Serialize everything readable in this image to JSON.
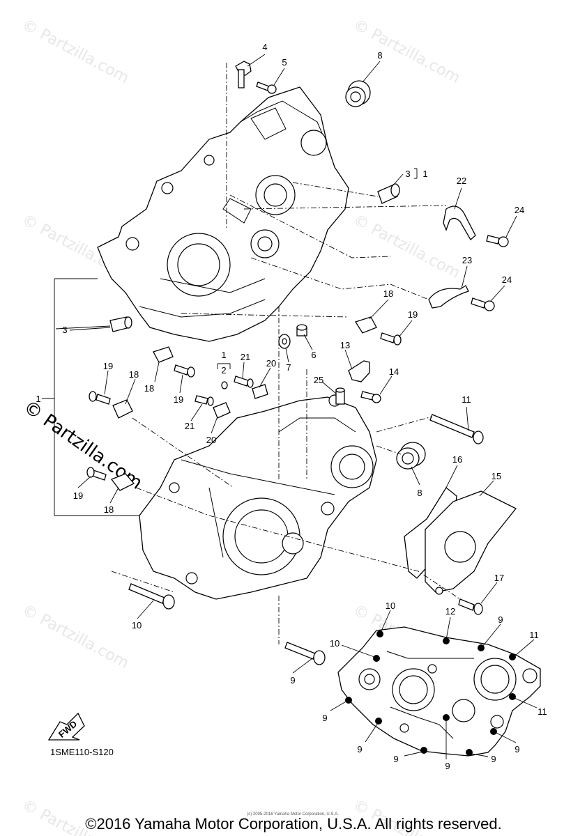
{
  "watermark": {
    "text": "© Partzilla.com",
    "faint_text": "© Partzilla.com"
  },
  "callouts": [
    {
      "key": "c4",
      "label": "4"
    },
    {
      "key": "c5",
      "label": "5"
    },
    {
      "key": "c8a",
      "label": "8"
    },
    {
      "key": "c3a",
      "label": "3"
    },
    {
      "key": "c3a_sub",
      "label": "1"
    },
    {
      "key": "c22",
      "label": "22"
    },
    {
      "key": "c24a",
      "label": "24"
    },
    {
      "key": "c23",
      "label": "23"
    },
    {
      "key": "c24b",
      "label": "24"
    },
    {
      "key": "c18a",
      "label": "18"
    },
    {
      "key": "c19a",
      "label": "19"
    },
    {
      "key": "c3b",
      "label": "3"
    },
    {
      "key": "c1",
      "label": "1"
    },
    {
      "key": "c6",
      "label": "6"
    },
    {
      "key": "c7",
      "label": "7"
    },
    {
      "key": "c13",
      "label": "13"
    },
    {
      "key": "c14",
      "label": "14"
    },
    {
      "key": "c25",
      "label": "25"
    },
    {
      "key": "c1b",
      "label": "1"
    },
    {
      "key": "c2",
      "label": "2"
    },
    {
      "key": "c21a",
      "label": "21"
    },
    {
      "key": "c20a",
      "label": "20"
    },
    {
      "key": "c19b",
      "label": "19"
    },
    {
      "key": "c18b",
      "label": "18"
    },
    {
      "key": "c18c",
      "label": "18"
    },
    {
      "key": "c19c",
      "label": "19"
    },
    {
      "key": "c21b",
      "label": "21"
    },
    {
      "key": "c20b",
      "label": "20"
    },
    {
      "key": "c11a",
      "label": "11"
    },
    {
      "key": "c8b",
      "label": "8"
    },
    {
      "key": "c16",
      "label": "16"
    },
    {
      "key": "c15",
      "label": "15"
    },
    {
      "key": "c19d",
      "label": "19"
    },
    {
      "key": "c18d",
      "label": "18"
    },
    {
      "key": "c17",
      "label": "17"
    },
    {
      "key": "c10a",
      "label": "10"
    },
    {
      "key": "c9a",
      "label": "9"
    },
    {
      "key": "c10b",
      "label": "10"
    },
    {
      "key": "c12",
      "label": "12"
    },
    {
      "key": "c9b",
      "label": "9"
    },
    {
      "key": "c11b",
      "label": "11"
    },
    {
      "key": "c10c",
      "label": "10"
    },
    {
      "key": "c9c",
      "label": "9"
    },
    {
      "key": "c11c",
      "label": "11"
    },
    {
      "key": "c9d",
      "label": "9"
    },
    {
      "key": "c9e",
      "label": "9"
    },
    {
      "key": "c9f",
      "label": "9"
    },
    {
      "key": "c9g",
      "label": "9"
    },
    {
      "key": "c9h",
      "label": "9"
    }
  ],
  "fwd_label": "FWD",
  "diagram_code": "1SME110-S120",
  "tiny_copyright": "(c) 2005-2016 Yamaha Motor Corporation, U.S.A.",
  "copyright": "©2016 Yamaha Motor Corporation, U.S.A. All rights reserved."
}
